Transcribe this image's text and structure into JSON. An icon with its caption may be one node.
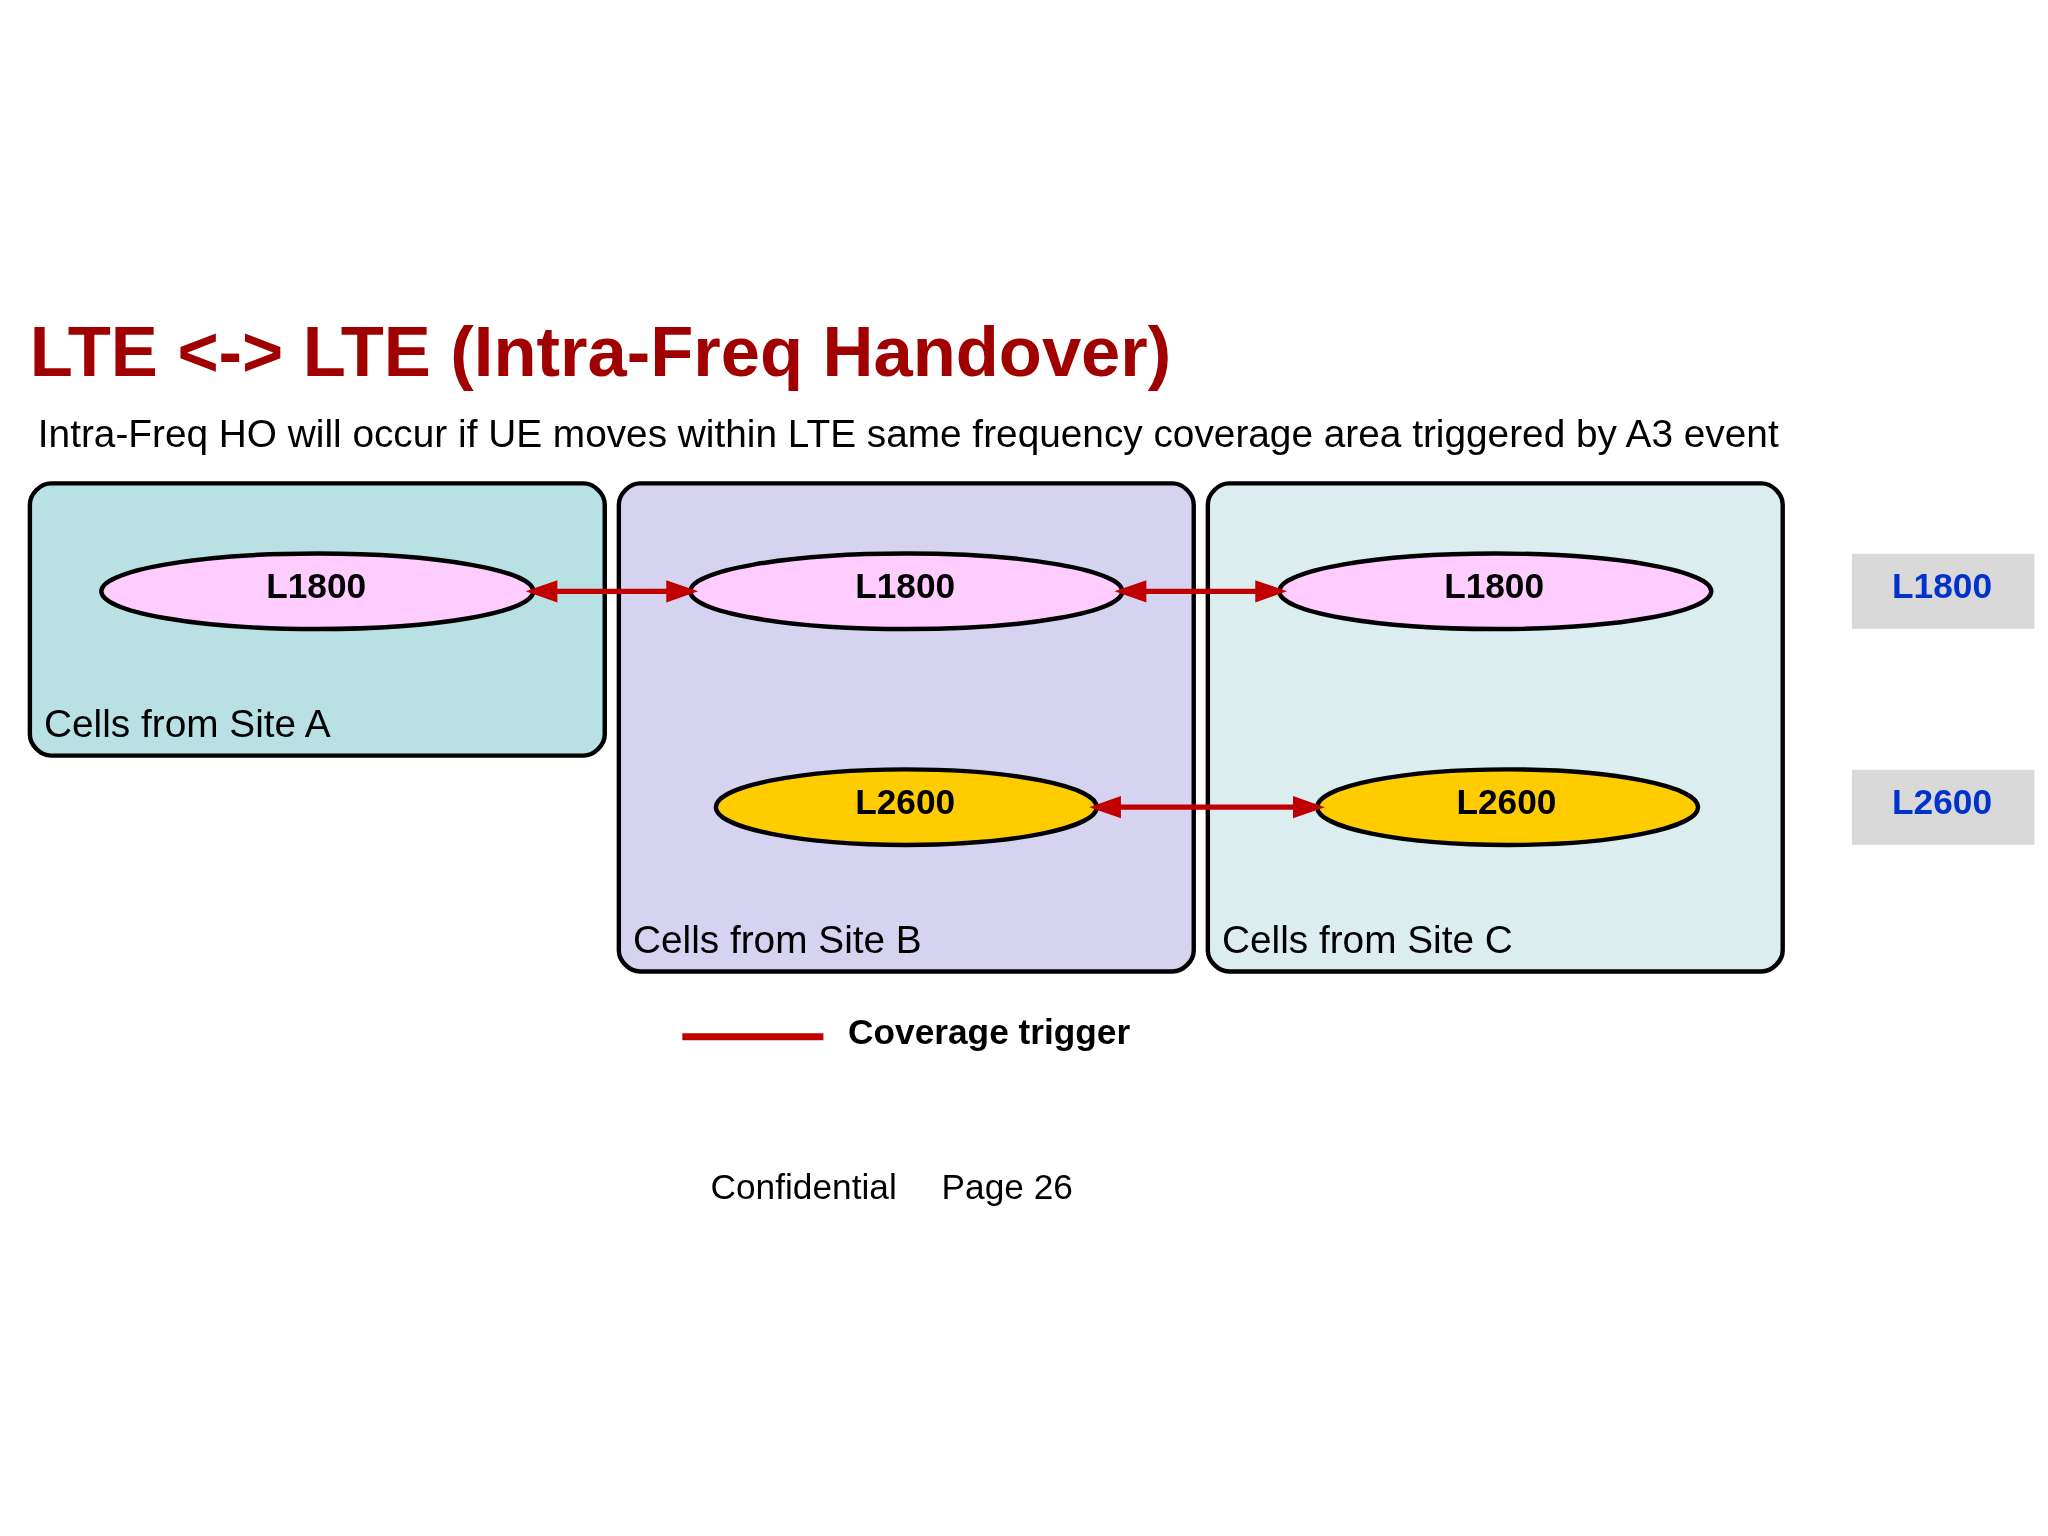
{
  "diagram": {
    "title": "LTE <-> LTE (Intra-Freq Handover)",
    "nodes": [
      {
        "text": [
          "Cells from Site A"
        ]
      },
      {
        "text": [
          "L1800"
        ],
        "in": 0
      },
      {
        "text": [
          "Cells from Site B"
        ]
      },
      {
        "text": [
          "L1800"
        ],
        "in": 2
      },
      {
        "text": [
          "L2600"
        ],
        "in": 2
      },
      {
        "text": [
          "Cells from Site C"
        ]
      },
      {
        "text": [
          "L1800"
        ],
        "in": 5
      },
      {
        "text": [
          "L2600"
        ],
        "in": 5
      },
      {
        "text": [
          "L1800"
        ]
      },
      {
        "text": [
          "L2600"
        ]
      }
    ],
    "edges": [
      {
        "from": 1,
        "to": 3,
        "arrow": "both"
      },
      {
        "from": 3,
        "to": 6,
        "arrow": "both"
      },
      {
        "from": 4,
        "to": 7,
        "arrow": "both"
      }
    ],
    "labels": [
      "Intra-Freq HO will occur if UE moves within LTE same frequency coverage area triggered by A3 event",
      "Confidential",
      "Page 26"
    ],
    "legend": [
      {
        "text": "Coverage trigger"
      }
    ]
  }
}
